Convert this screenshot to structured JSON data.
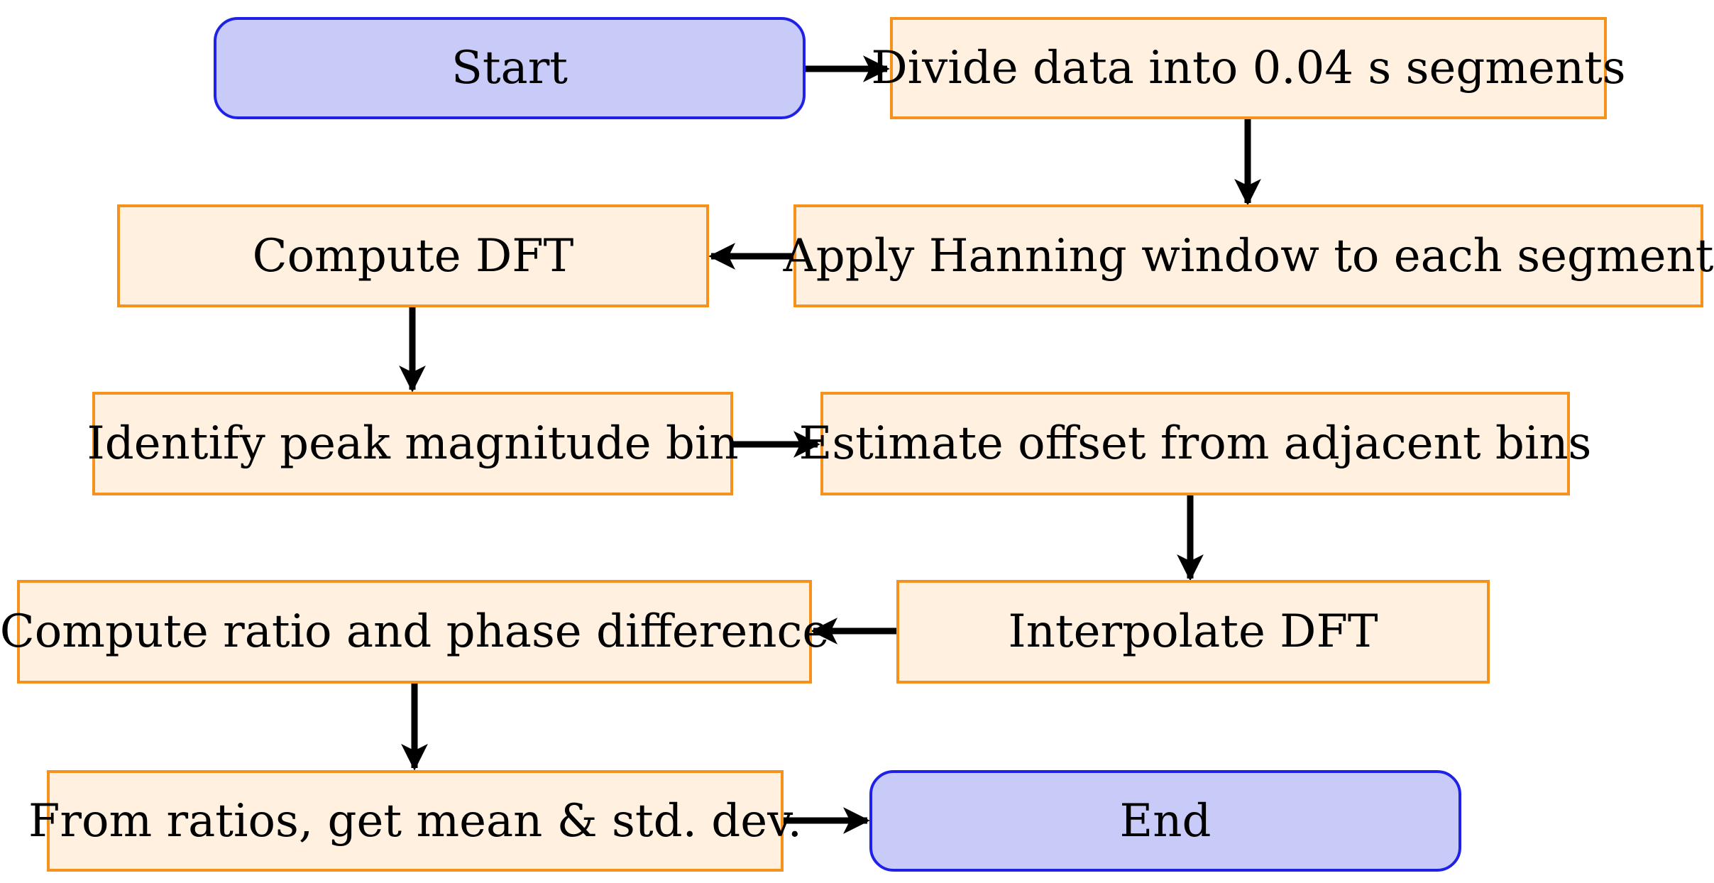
{
  "flowchart": {
    "nodes": {
      "start": "Start",
      "divide": "Divide data into 0.04 s segments",
      "hanning": "Apply Hanning window to each segment",
      "compute_dft": "Compute DFT",
      "identify_peak": "Identify peak magnitude bin",
      "estimate_offset": "Estimate offset from adjacent bins",
      "interpolate": "Interpolate DFT",
      "ratio_phase": "Compute ratio and phase difference",
      "mean_std": "From ratios, get mean & std. dev.",
      "end": "End"
    }
  },
  "colors": {
    "process_fill": "#fff0e0",
    "process_border": "#f5921e",
    "terminal_fill": "#c8caf8",
    "terminal_border": "#1f22e6",
    "arrow": "#000000"
  }
}
